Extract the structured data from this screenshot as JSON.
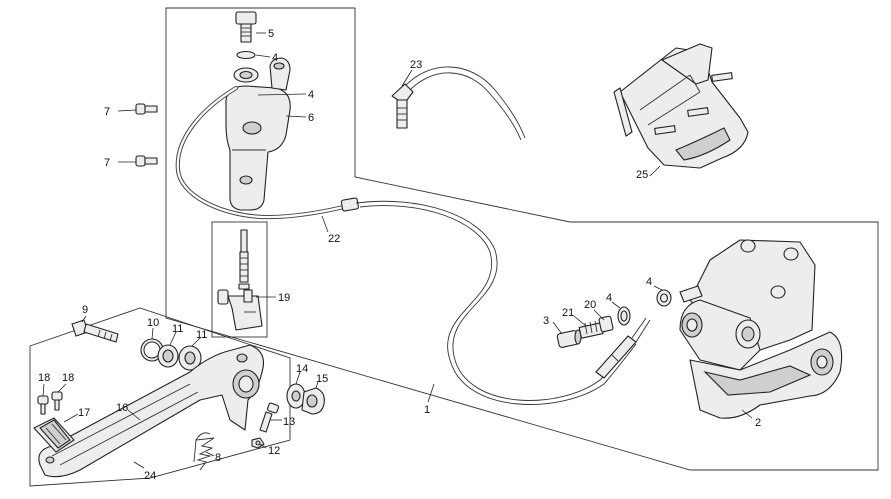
{
  "callouts": [
    {
      "id": "c5",
      "label": "5"
    },
    {
      "id": "c4a",
      "label": "4"
    },
    {
      "id": "c4b",
      "label": "4"
    },
    {
      "id": "c6",
      "label": "6"
    },
    {
      "id": "c7a",
      "label": "7"
    },
    {
      "id": "c7b",
      "label": "7"
    },
    {
      "id": "c22",
      "label": "22"
    },
    {
      "id": "c19",
      "label": "19"
    },
    {
      "id": "c23",
      "label": "23"
    },
    {
      "id": "c25",
      "label": "25"
    },
    {
      "id": "c9",
      "label": "9"
    },
    {
      "id": "c10",
      "label": "10"
    },
    {
      "id": "c11a",
      "label": "11"
    },
    {
      "id": "c11b",
      "label": "11"
    },
    {
      "id": "c3",
      "label": "3"
    },
    {
      "id": "c21",
      "label": "21"
    },
    {
      "id": "c20",
      "label": "20"
    },
    {
      "id": "c4c",
      "label": "4"
    },
    {
      "id": "c4d",
      "label": "4"
    },
    {
      "id": "c2",
      "label": "2"
    },
    {
      "id": "c1",
      "label": "1"
    },
    {
      "id": "c14",
      "label": "14"
    },
    {
      "id": "c15",
      "label": "15"
    },
    {
      "id": "c13",
      "label": "13"
    },
    {
      "id": "c12",
      "label": "12"
    },
    {
      "id": "c8",
      "label": "8"
    },
    {
      "id": "c18a",
      "label": "18"
    },
    {
      "id": "c18b",
      "label": "18"
    },
    {
      "id": "c17",
      "label": "17"
    },
    {
      "id": "c16",
      "label": "16"
    },
    {
      "id": "c24",
      "label": "24"
    }
  ]
}
